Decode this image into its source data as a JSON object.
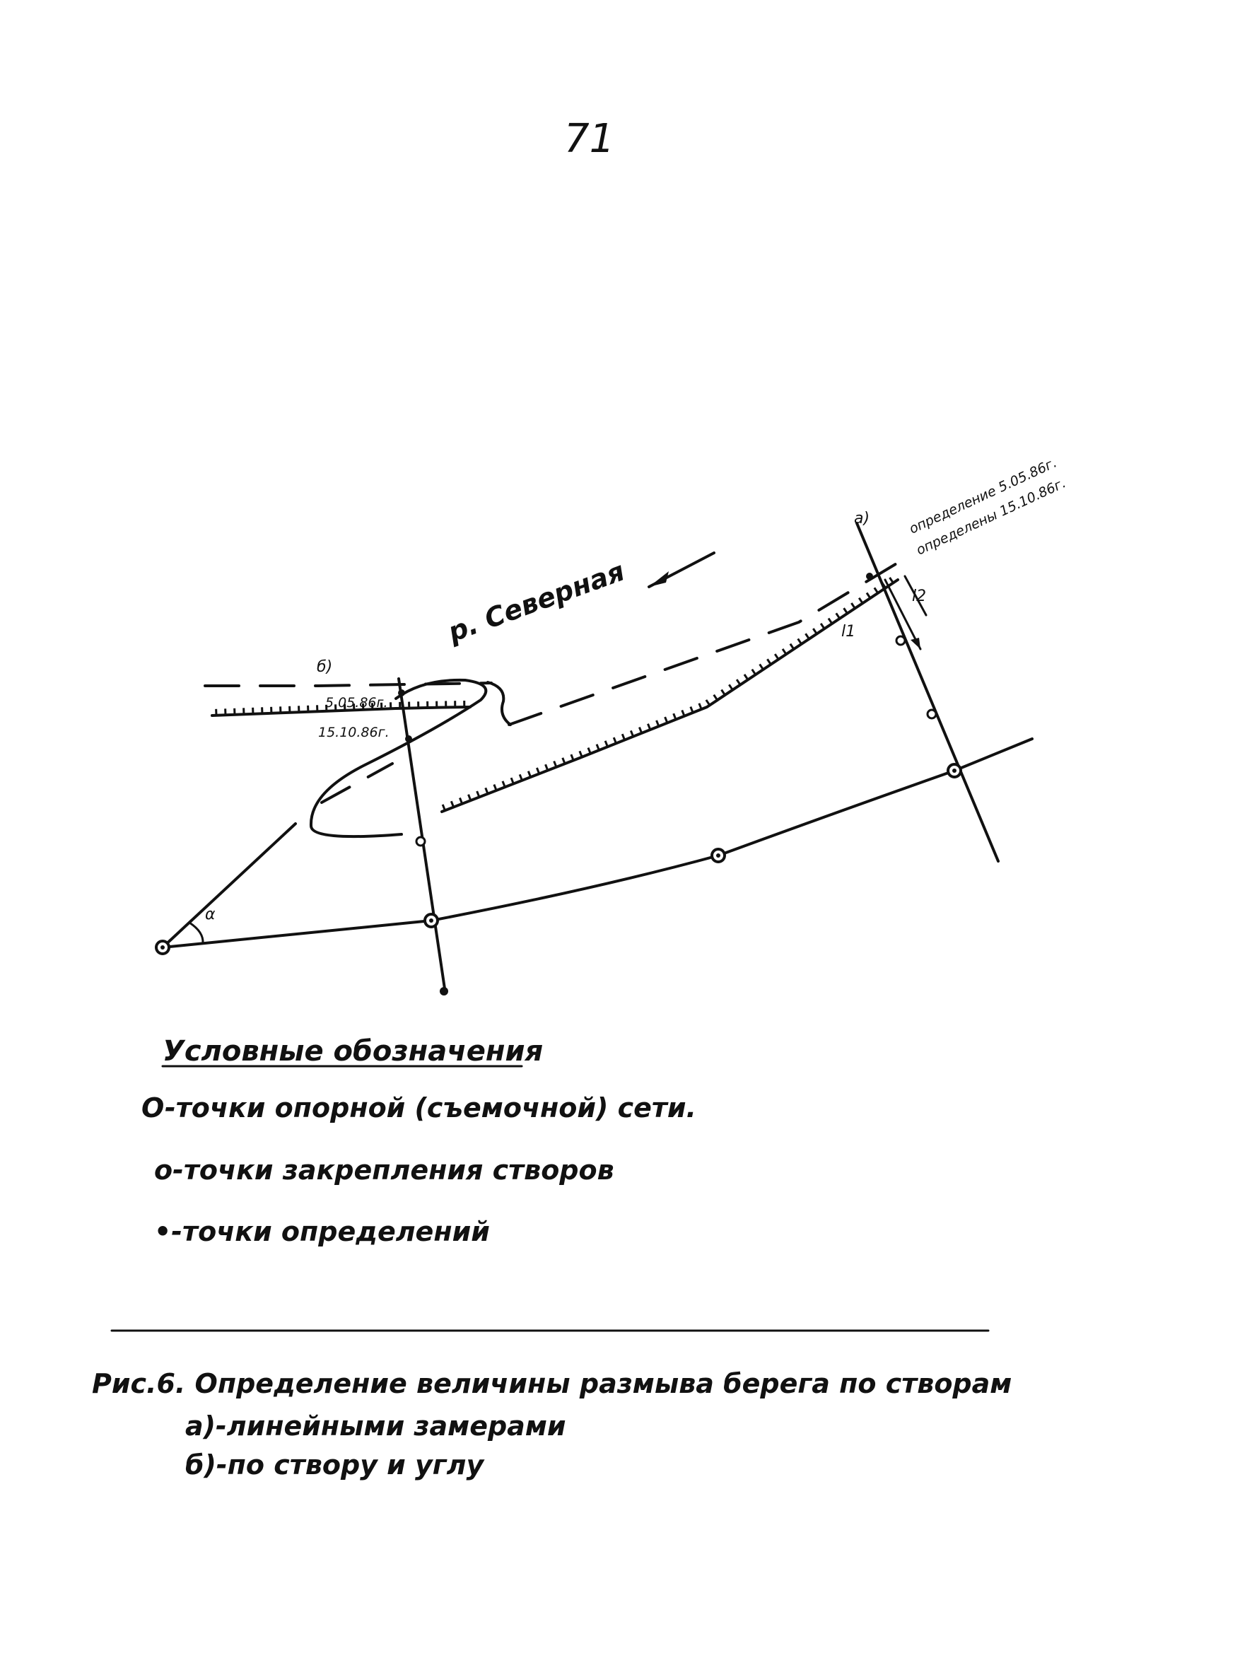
{
  "page_number": "71",
  "diagram": {
    "river_label": "р. Северная",
    "label_a": "а)",
    "label_b": "б)",
    "angle_label": "α",
    "dist_label_1": "l1",
    "dist_label_2": "l2",
    "date_label_a1": "определение 5.05.86г.",
    "date_label_a2": "определены 15.10.86г.",
    "date_label_b1": "5.05.86г.",
    "date_label_b2": "15.10.86г."
  },
  "legend": {
    "title": "Условные обозначения",
    "items": [
      {
        "symbol": "O",
        "text": "O-точки опорной (съемочной) сети."
      },
      {
        "symbol": "o",
        "text": "o-точки закрепления створов"
      },
      {
        "symbol": "•",
        "text": "•-точки определений"
      }
    ]
  },
  "caption": {
    "line1": "Рис.6. Определение величины размыва берега по створам",
    "line2": "а)-линейными замерами",
    "line3": "б)-по створу и углу"
  }
}
